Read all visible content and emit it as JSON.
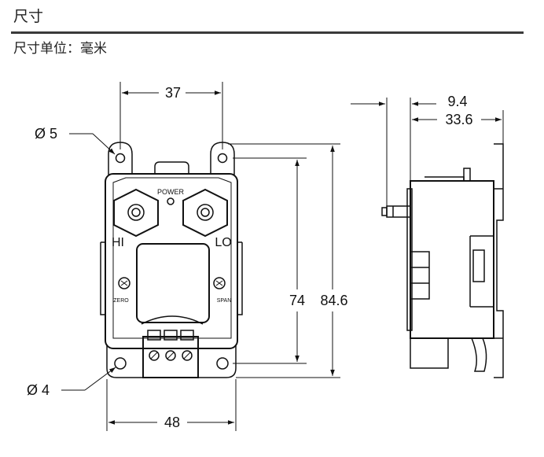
{
  "header": {
    "title": "尺寸",
    "subtitle": "尺寸单位：毫米"
  },
  "front_view": {
    "dim_top_width": "37",
    "dim_bottom_width": "48",
    "dim_hole_top": "Ø 5",
    "dim_hole_bottom": "Ø 4",
    "dim_inner_height": "74",
    "dim_outer_height": "84.6",
    "label_power": "POWER",
    "label_hi": "HI",
    "label_lo": "LO",
    "label_zero": "ZERO",
    "label_span": "SPAN"
  },
  "side_view": {
    "dim_port_offset": "9.4",
    "dim_depth": "33.6"
  }
}
